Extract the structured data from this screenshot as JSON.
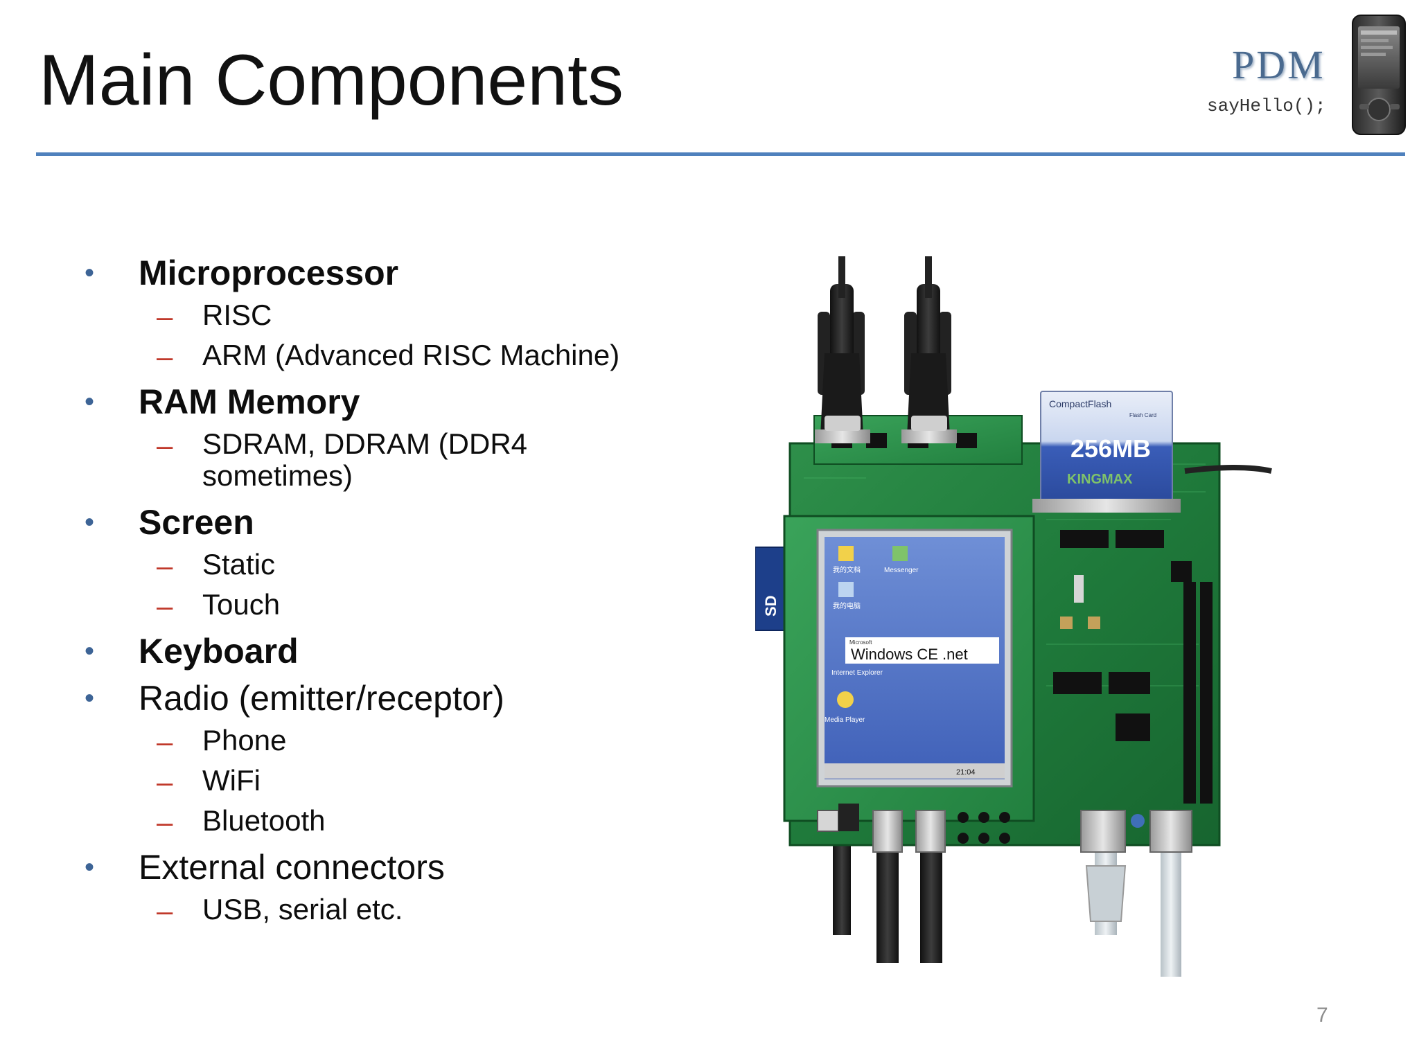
{
  "slide": {
    "title": "Main Components",
    "page_number": "7",
    "accent_color": "#4f81bd",
    "bullet_color": "#3d6496",
    "dash_color": "#c0392b"
  },
  "logo": {
    "name": "PDM",
    "tagline": "sayHello();"
  },
  "bullets": [
    {
      "label": "Microprocessor",
      "bold": true,
      "subitems": [
        "RISC",
        "ARM (Advanced RISC Machine)"
      ]
    },
    {
      "label": "RAM Memory",
      "bold": true,
      "subitems": [
        "SDRAM, DDRAM (DDR4 sometimes)"
      ]
    },
    {
      "label": "Screen",
      "bold": true,
      "subitems": [
        "Static",
        "Touch"
      ]
    },
    {
      "label": "Keyboard",
      "bold": true,
      "subitems": []
    },
    {
      "label": "Radio (emitter/receptor)",
      "bold": false,
      "subitems": [
        "Phone",
        "WiFi",
        "Bluetooth"
      ]
    },
    {
      "label": "External connectors",
      "bold": false,
      "subitems": [
        "USB, serial etc."
      ]
    }
  ],
  "board_image": {
    "cf_card_brand": "CompactFlash",
    "cf_card_sub": "Flash Card",
    "cf_card_capacity": "256MB",
    "cf_card_maker": "KINGMAX",
    "sd_label": "SD",
    "screen_os_brand": "Windows CE .net",
    "screen_os_vendor": "Microsoft",
    "desktop_icons": [
      "我的文档",
      "Messenger",
      "我的电脑",
      "Internet Explorer",
      "Media Player"
    ],
    "clock": "21:04"
  }
}
